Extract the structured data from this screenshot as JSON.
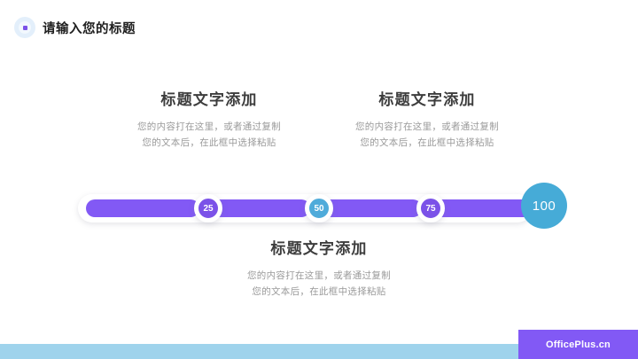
{
  "header": {
    "icon": "circle-dot-icon",
    "title": "请输入您的标题"
  },
  "blocks": [
    {
      "id": "left",
      "title": "标题文字添加",
      "body": "您的内容打在这里，或者通过复制您的文本后，在此框中选择粘贴"
    },
    {
      "id": "right",
      "title": "标题文字添加",
      "body": "您的内容打在这里，或者通过复制您的文本后，在此框中选择粘贴"
    },
    {
      "id": "bottom",
      "title": "标题文字添加",
      "body": "您的内容打在这里，或者通过复制您的文本后，在此框中选择粘贴"
    }
  ],
  "timeline": {
    "nodes": [
      {
        "label": "25",
        "color": "#7b52e8",
        "size": "small"
      },
      {
        "label": "50",
        "color": "#4fabda",
        "size": "small"
      },
      {
        "label": "75",
        "color": "#7b52e8",
        "size": "small"
      },
      {
        "label": "100",
        "color": "#46abd7",
        "size": "large"
      }
    ],
    "bar_color": "#8259f5",
    "track_color": "#ffffff"
  },
  "footer": {
    "brand": "OfficePlus.cn",
    "bar_color": "#9fd3ec",
    "brand_bg": "#8259f5"
  }
}
